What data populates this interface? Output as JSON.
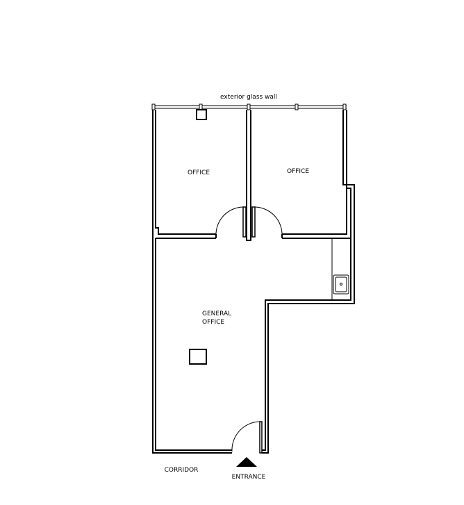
{
  "labels": {
    "glass_wall": "exterior glass wall",
    "office_left": "OFFICE",
    "office_right": "OFFICE",
    "general_office_line1": "GENERAL",
    "general_office_line2": "OFFICE",
    "corridor": "CORRIDOR",
    "entrance": "ENTRANCE"
  },
  "colors": {
    "wall": "#000000",
    "background": "#ffffff"
  }
}
